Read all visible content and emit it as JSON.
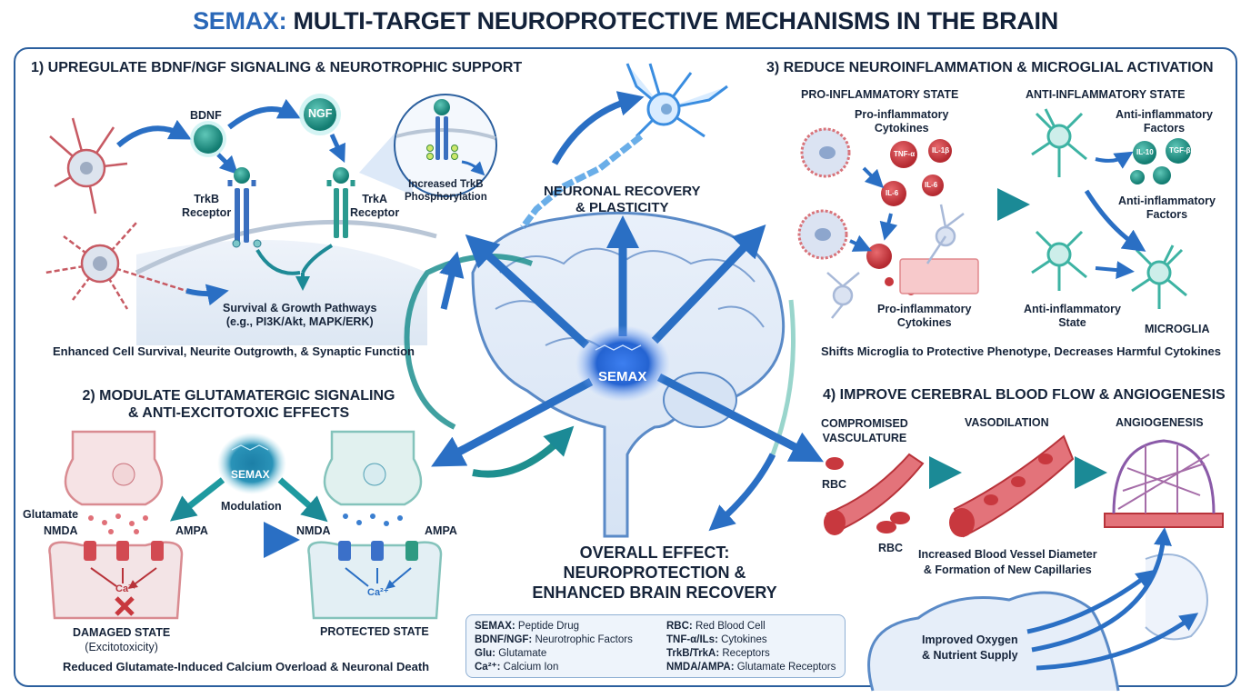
{
  "title": {
    "accent": "SEMAX:",
    "rest": " MULTI-TARGET NEUROPROTECTIVE MECHANISMS IN THE BRAIN"
  },
  "colors": {
    "frame": "#2b5f9e",
    "accent_blue": "#2a68b8",
    "teal": "#1e8f8f",
    "inflammatory_red": "#c8383e",
    "legend_bg": "#eef4fb"
  },
  "center": {
    "drug_label": "SEMAX",
    "top_label": "NEURONAL RECOVERY\n& PLASTICITY",
    "overall": [
      "OVERALL EFFECT:",
      "NEUROPROTECTION &",
      "ENHANCED BRAIN RECOVERY"
    ]
  },
  "section1": {
    "heading": "1) UPREGULATE BDNF/NGF SIGNALING & NEUROTROPHIC SUPPORT",
    "bdnf": "BDNF",
    "ngf": "NGF",
    "trkb": [
      "TrkB",
      "Receptor"
    ],
    "trka": [
      "TrkA",
      "Receptor"
    ],
    "inset": [
      "Increased TrkB",
      "Phosphorylation"
    ],
    "pathways": [
      "Survival & Growth Pathways",
      "(e.g., PI3K/Akt, MAPK/ERK)"
    ],
    "caption": "Enhanced Cell Survival, Neurite Outgrowth, & Synaptic Function"
  },
  "section2": {
    "heading": [
      "2) MODULATE GLUTAMATERGIC SIGNALING",
      "& ANTI-EXCITOTOXIC EFFECTS"
    ],
    "drug": "SEMAX",
    "modulation": "Modulation",
    "glutamate": "Glutamate",
    "nmda": "NMDA",
    "ampa": "AMPA",
    "ca": "Ca²⁺",
    "damaged": [
      "DAMAGED STATE",
      "(Excitotoxicity)"
    ],
    "protected": "PROTECTED STATE",
    "caption": "Reduced Glutamate-Induced Calcium Overload & Neuronal Death"
  },
  "section3": {
    "heading": "3) REDUCE NEUROINFLAMMATION & MICROGLIAL ACTIVATION",
    "pro_state": "PRO-INFLAMMATORY STATE",
    "anti_state": "ANTI-INFLAMMATORY STATE",
    "pro_cytokines_top": [
      "Pro-inflammatory",
      "Cytokines"
    ],
    "pro_cytokines_bottom": [
      "Pro-inflammatory",
      "Cytokines"
    ],
    "cytokines": [
      "TNF-α",
      "IL-1β",
      "IL-6",
      "IL-6"
    ],
    "anti_factors_top": [
      "Anti-inflammatory",
      "Factors"
    ],
    "anti_factors_mid": [
      "Anti-inflammatory",
      "Factors"
    ],
    "anti_molecules": [
      "IL-10",
      "TGF-β"
    ],
    "anti_state_label": [
      "Anti-inflammatory",
      "State"
    ],
    "microglia": "MICROGLIA",
    "caption": "Shifts Microglia to Protective Phenotype, Decreases Harmful Cytokines"
  },
  "section4": {
    "heading": "4) IMPROVE CEREBRAL BLOOD FLOW & ANGIOGENESIS",
    "compromised": [
      "COMPROMISED",
      "VASCULATURE"
    ],
    "vasodilation": "VASODILATION",
    "angiogenesis": "ANGIOGENESIS",
    "rbc": "RBC",
    "vessel_caption": [
      "Increased Blood Vessel Diameter",
      "& Formation of New Capillaries"
    ],
    "oxygen": [
      "Improved Oxygen",
      "& Nutrient Supply"
    ]
  },
  "legend": {
    "left": [
      {
        "term": "SEMAX:",
        "def": " Peptide Drug"
      },
      {
        "term": "BDNF/NGF:",
        "def": " Neurotrophic Factors"
      },
      {
        "term": "Glu:",
        "def": " Glutamate"
      },
      {
        "term": "Ca²⁺:",
        "def": " Calcium Ion"
      }
    ],
    "right": [
      {
        "term": "RBC:",
        "def": " Red Blood Cell"
      },
      {
        "term": "TNF-α/ILs:",
        "def": " Cytokines"
      },
      {
        "term": "TrkB/TrkA:",
        "def": " Receptors"
      },
      {
        "term": "NMDA/AMPA:",
        "def": " Glutamate Receptors"
      }
    ]
  }
}
